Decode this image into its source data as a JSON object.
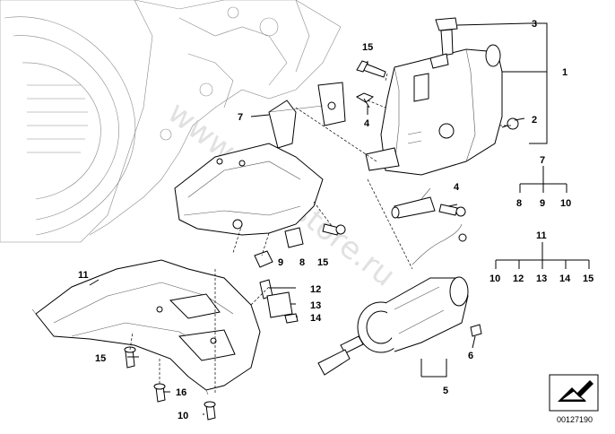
{
  "diagram": {
    "callouts": {
      "c1": "1",
      "c2": "2",
      "c3": "3",
      "c4a": "4",
      "c4b": "4",
      "c5": "5",
      "c6": "6",
      "c7a": "7",
      "c7b": "7",
      "c8a": "8",
      "c8b": "8",
      "c9a": "9",
      "c9b": "9",
      "c10a": "10",
      "c10b": "10",
      "c10c": "10",
      "c11a": "11",
      "c11b": "11",
      "c12a": "12",
      "c12b": "12",
      "c13a": "13",
      "c13b": "13",
      "c14a": "14",
      "c14b": "14",
      "c15a": "15",
      "c15b": "15",
      "c15c": "15",
      "c15d": "15",
      "c16": "16"
    },
    "watermark": "www.BMWstore.ru",
    "footer_code": "00127190"
  }
}
